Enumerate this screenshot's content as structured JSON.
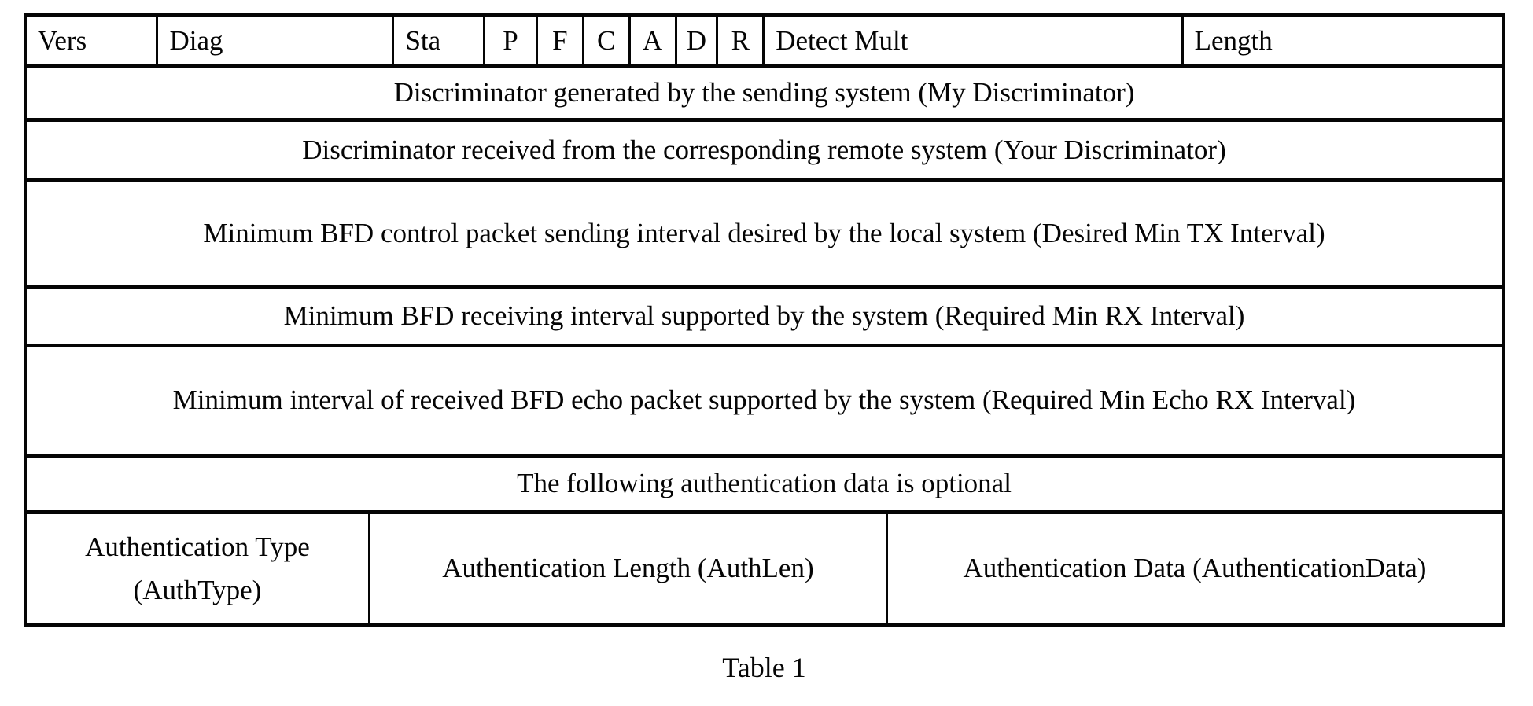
{
  "table": {
    "header": {
      "vers": "Vers",
      "diag": "Diag",
      "sta": "Sta",
      "p": "P",
      "f": "F",
      "c": "C",
      "a": "A",
      "d": "D",
      "r": "R",
      "detect_mult": "Detect Mult",
      "length": "Length"
    },
    "rows": {
      "my_discriminator": "Discriminator generated by the sending system (My Discriminator)",
      "your_discriminator": "Discriminator received from the corresponding remote system (Your Discriminator)",
      "desired_min_tx": "Minimum BFD control packet sending interval desired by the local system (Desired Min TX Interval)",
      "required_min_rx": "Minimum BFD receiving interval supported by the system (Required Min RX Interval)",
      "required_min_echo_rx": "Minimum interval of received BFD echo packet supported by the system (Required Min Echo RX Interval)",
      "auth_optional": "The following authentication data is optional"
    },
    "footer": {
      "auth_type": "Authentication Type (AuthType)",
      "auth_len": "Authentication Length (AuthLen)",
      "auth_data": "Authentication Data (AuthenticationData)"
    },
    "caption": "Table 1"
  },
  "colors": {
    "ink": "#050505",
    "paper": "#ffffff"
  }
}
